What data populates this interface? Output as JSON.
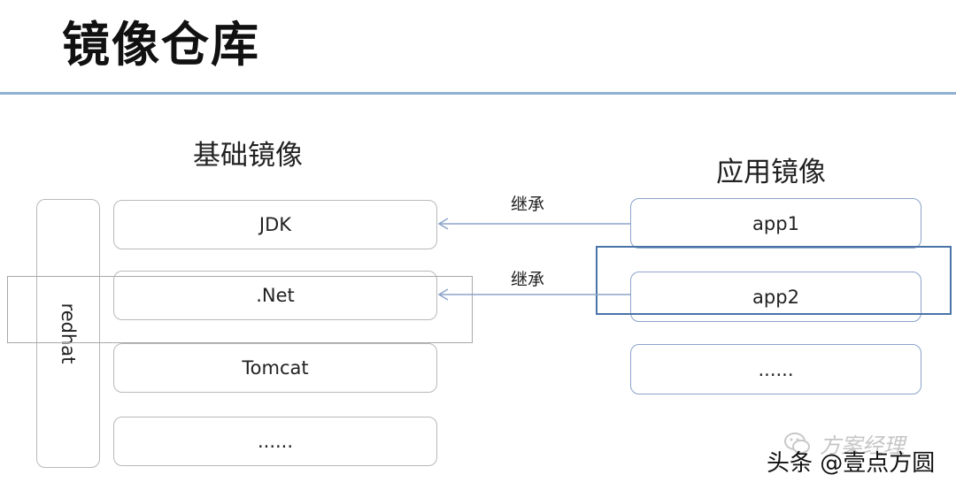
{
  "title": "镜像仓库",
  "base": {
    "heading": "基础镜像",
    "os_label": "redhat",
    "items": [
      "JDK",
      ".Net",
      "Tomcat",
      "......"
    ]
  },
  "app": {
    "heading": "应用镜像",
    "items": [
      "app1",
      "app2",
      "......"
    ]
  },
  "relations": [
    {
      "label": "继承",
      "from": "app1",
      "to": "JDK"
    },
    {
      "label": "继承",
      "from": "app2",
      "to": ".Net"
    }
  ],
  "watermark": "方案经理",
  "source": "头条 @壹点方圆",
  "colors": {
    "rule": "#8fb1d1",
    "grey_border": "#b9b9b9",
    "blue_border": "#8ba3c9",
    "highlight_grey": "#a8a8a8",
    "highlight_blue": "#4a74a8",
    "arrow": "#8ba3c9"
  }
}
